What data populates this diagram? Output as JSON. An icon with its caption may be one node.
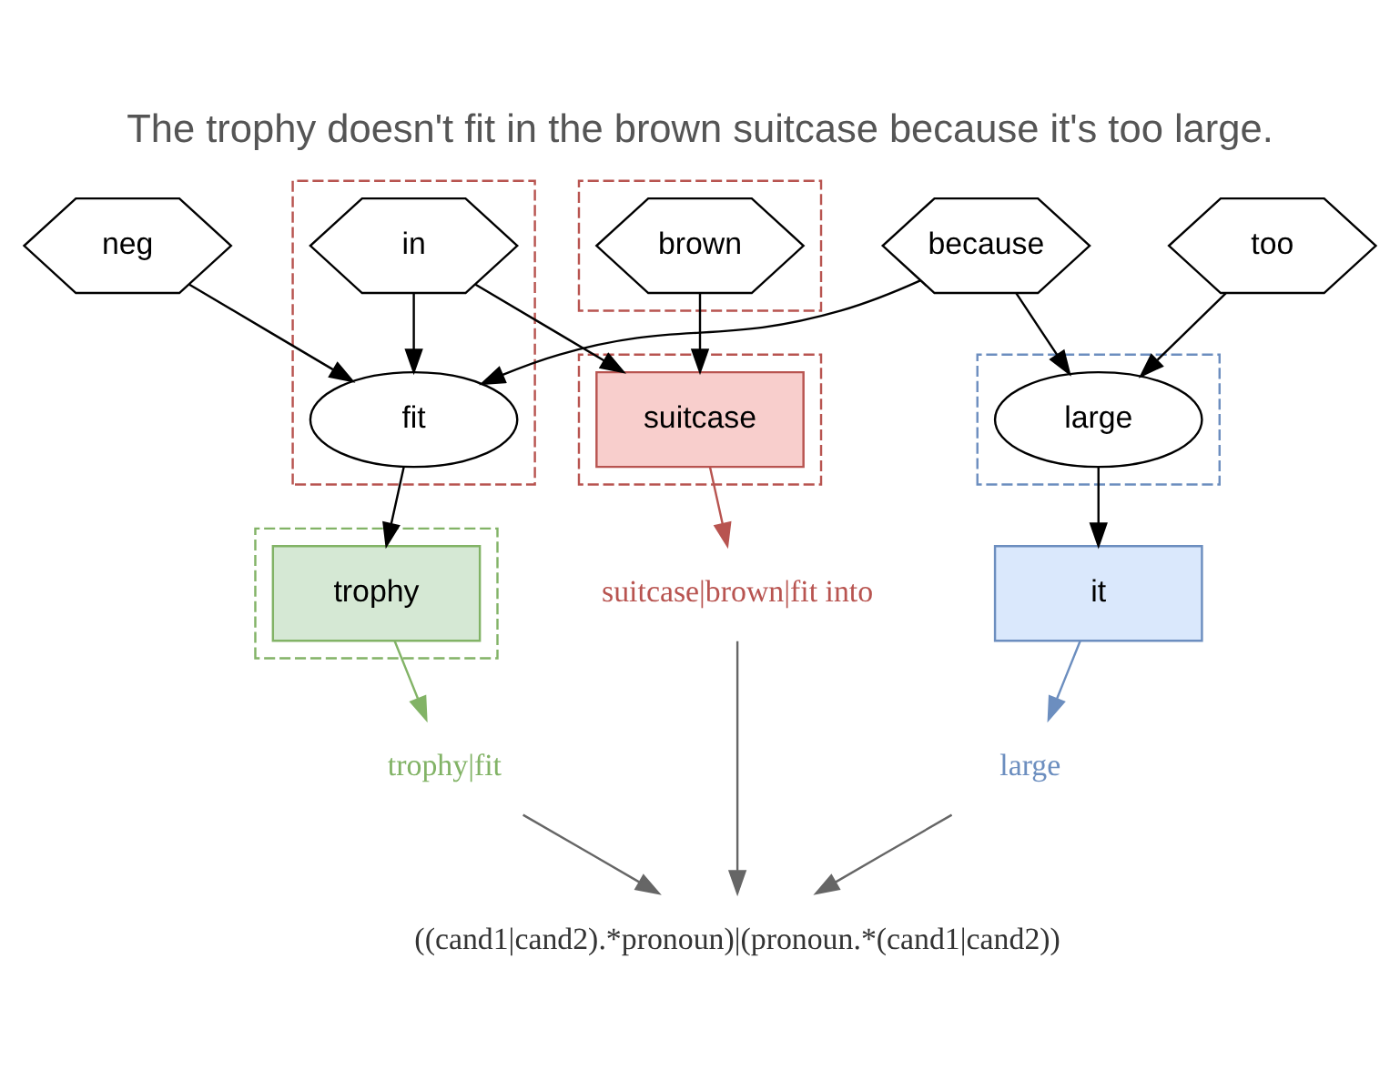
{
  "diagram": {
    "title": "The trophy doesn't fit in the brown suitcase because it's too large.",
    "nodes": [
      {
        "text": [
          "neg"
        ]
      },
      {
        "text": [
          "because"
        ]
      },
      {
        "text": [
          "too"
        ]
      },
      {
        "text": [],
        "shape": "box"
      },
      {
        "text": [
          "fit"
        ],
        "in": 3
      },
      {
        "text": [
          "in"
        ],
        "in": 3
      },
      {
        "text": [],
        "shape": "box"
      },
      {
        "text": [
          "brown"
        ],
        "in": 6
      },
      {
        "text": [],
        "shape": "box"
      },
      {
        "text": [
          "large"
        ],
        "in": 8
      },
      {
        "text": [],
        "shape": "box"
      },
      {
        "text": [
          "trophy"
        ],
        "in": 10
      },
      {
        "text": [],
        "shape": "box"
      },
      {
        "text": [
          "suitcase"
        ],
        "in": 12
      },
      {
        "text": [
          "it"
        ]
      },
      {
        "text": [
          "trophy|fit"
        ]
      },
      {
        "text": [
          "suitcase|brown|fit into"
        ]
      },
      {
        "text": [
          "large"
        ]
      },
      {
        "text": [
          "((cand1|cand2).*pronoun)|(pronoun.*(cand1|cand2))"
        ]
      }
    ],
    "edges": [
      {
        "from": 0,
        "to": 4,
        "arrow": "to"
      },
      {
        "from": 1,
        "to": 4,
        "arrow": "to"
      },
      {
        "from": 1,
        "to": 9,
        "arrow": "to"
      },
      {
        "from": 5,
        "to": 4,
        "arrow": "to"
      },
      {
        "from": 2,
        "to": 9,
        "arrow": "to"
      },
      {
        "from": 5,
        "to": 13,
        "arrow": "to"
      },
      {
        "from": 7,
        "to": 13,
        "arrow": "to"
      },
      {
        "from": 4,
        "to": 11,
        "arrow": "to"
      },
      {
        "from": 9,
        "to": 14,
        "arrow": "to"
      },
      {
        "from": 11,
        "to": 15,
        "arrow": "to",
        "color": "#82b366"
      },
      {
        "from": 13,
        "to": 16,
        "arrow": "to",
        "color": "#b85450"
      },
      {
        "from": 14,
        "to": 17,
        "arrow": "to",
        "color": "#6c8ebf"
      },
      {
        "from": 15,
        "to": 18,
        "arrow": "to",
        "color": "#666666"
      },
      {
        "from": 16,
        "to": 18,
        "arrow": "to",
        "color": "#666666"
      },
      {
        "from": 17,
        "to": 18,
        "arrow": "to",
        "color": "#666666"
      }
    ]
  }
}
